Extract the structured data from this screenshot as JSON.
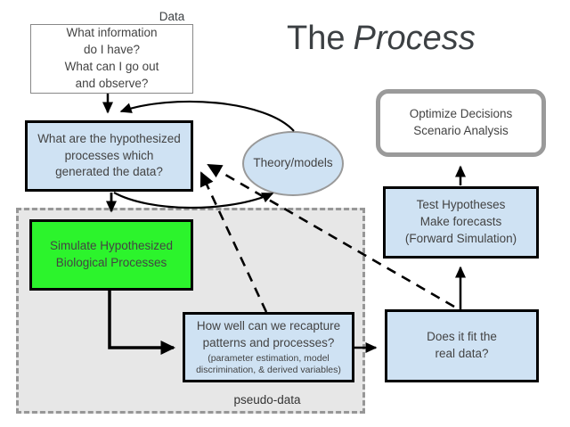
{
  "title": {
    "regular": "The",
    "italic": "Process"
  },
  "colors": {
    "node_fill": "#cfe2f3",
    "simulate_fill": "#2cf42c",
    "pseudo_fill": "#e7e7e7",
    "node_border": "#000000",
    "gray_border": "#999999",
    "text": "#434343"
  },
  "nodes": {
    "data_label": "Data",
    "data_box": "What information\ndo I have?\nWhat can I go out\nand observe?",
    "hypothesis_box": "What are the hypothesized\nprocesses which\ngenerated the data?",
    "theory_ellipse": "Theory/models",
    "optimize_box": "Optimize Decisions\nScenario Analysis",
    "simulate_box": "Simulate Hypothesized\nBiological Processes",
    "recapture_box": {
      "main": "How well can we recapture\npatterns and processes?",
      "sub": "(parameter estimation, model\ndiscrimination, & derived variables)"
    },
    "fit_box": "Does it fit the\nreal data?",
    "test_box": "Test Hypotheses\nMake forecasts\n(Forward Simulation)",
    "pseudo_label": "pseudo-data"
  }
}
